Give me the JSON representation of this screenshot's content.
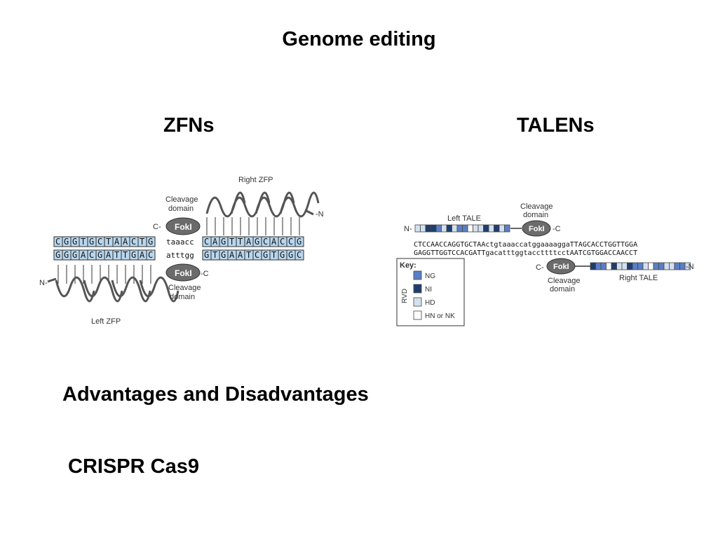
{
  "slide": {
    "title": "Genome editing",
    "zfn_heading": "ZFNs",
    "talen_heading": "TALENs",
    "advantages_heading": "Advantages and Disadvantages",
    "crispr_heading": "CRISPR Cas9"
  },
  "zfn_diagram": {
    "right_zfp": "Right ZFP",
    "left_zfp": "Left ZFP",
    "cleavage_domain_top": [
      "Cleavage",
      "domain"
    ],
    "cleavage_domain_bottom": [
      "Cleavage",
      "domain"
    ],
    "fokl": "FokI",
    "c_end": "C-",
    "n_end": "-N",
    "n_end_left": "N-",
    "c_end_right": "-C",
    "top_left_bases": [
      "C",
      "G",
      "G",
      "T",
      "G",
      "C",
      "T",
      "A",
      "A",
      "C",
      "T",
      "G"
    ],
    "top_spacer": "taaacc",
    "top_right_bases": [
      "C",
      "A",
      "G",
      "T",
      "T",
      "A",
      "G",
      "C",
      "A",
      "C",
      "C",
      "G"
    ],
    "bottom_left_bases": [
      "G",
      "G",
      "G",
      "A",
      "C",
      "G",
      "A",
      "T",
      "T",
      "G",
      "A",
      "C"
    ],
    "bottom_spacer": "atttgg",
    "bottom_right_bases": [
      "G",
      "T",
      "G",
      "A",
      "A",
      "T",
      "C",
      "G",
      "T",
      "G",
      "G",
      "C"
    ],
    "colors": {
      "base_fill": "#b9d7ee",
      "base_stroke": "#2d2d2d",
      "fokl": "#6b6b6b"
    }
  },
  "talen_diagram": {
    "left_tale": "Left TALE",
    "right_tale": "Right TALE",
    "cleavage_domain_top": [
      "Cleavage",
      "domain"
    ],
    "cleavage_domain_bottom": [
      "Cleavage",
      "domain"
    ],
    "fokl": "FokI",
    "n_left": "N-",
    "c_right": "-C",
    "c_left": "C-",
    "n_right": "-N",
    "seq_top": "CTCCAACCAGGTGCTAActgtaaaccatggaaaaggaTTAGCACCTGGTTGGA",
    "seq_bottom": "GAGGTTGGTCCACGATTgacatttggtaccttttcctAATCGTGGACCAACCT",
    "key_title": "Key:",
    "key_side": "RVD",
    "key_items": [
      {
        "label": "NG",
        "color": "#5b7fc7"
      },
      {
        "label": "NI",
        "color": "#1f3e6e"
      },
      {
        "label": "HD",
        "color": "#d3e1ef"
      },
      {
        "label": "HN or NK",
        "color": "#ffffff"
      }
    ],
    "left_tale_repeats": [
      "HD",
      "HD",
      "NI",
      "NI",
      "NG",
      "HD",
      "NI",
      "HD",
      "NG",
      "NG",
      "HN or NK",
      "HD",
      "HD",
      "NI",
      "HD",
      "NI",
      "HD",
      "NG"
    ],
    "right_tale_repeats": [
      "NI",
      "NG",
      "NG",
      "HN or NK",
      "NI",
      "HD",
      "HD",
      "NI",
      "NG",
      "NG",
      "HD",
      "HN or NK",
      "NG",
      "NG",
      "HD",
      "HD",
      "NG",
      "NG",
      "HD"
    ]
  }
}
